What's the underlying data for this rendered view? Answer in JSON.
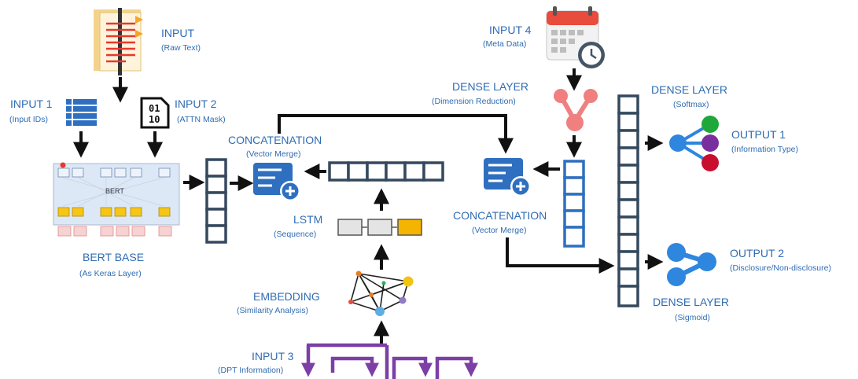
{
  "diagram": {
    "input": {
      "title": "INPUT",
      "subtitle": "(Raw Text)"
    },
    "input1": {
      "title": "INPUT 1",
      "subtitle": "(Input IDs)"
    },
    "input2": {
      "title": "INPUT 2",
      "subtitle": "(ATTN Mask)",
      "glyph_top": "01",
      "glyph_bottom": "10"
    },
    "bert": {
      "title": "BERT BASE",
      "subtitle": "(As Keras Layer)",
      "inner_label": "BERT"
    },
    "concat1": {
      "title": "CONCATENATION",
      "subtitle": "(Vector Merge)"
    },
    "lstm": {
      "title": "LSTM",
      "subtitle": "(Sequence)"
    },
    "embedding": {
      "title": "EMBEDDING",
      "subtitle": "(Similarity Analysis)"
    },
    "input3": {
      "title": "INPUT 3",
      "subtitle": "(DPT Information)"
    },
    "input4": {
      "title": "INPUT 4",
      "subtitle": "(Meta Data)"
    },
    "dense_reduction": {
      "title": "DENSE LAYER",
      "subtitle": "(Dimension Reduction)"
    },
    "concat2": {
      "title": "CONCATENATION",
      "subtitle": "(Vector Merge)"
    },
    "dense_softmax": {
      "title": "DENSE LAYER",
      "subtitle": "(Softmax)"
    },
    "dense_sigmoid": {
      "title": "DENSE LAYER",
      "subtitle": "(Sigmoid)"
    },
    "output1": {
      "title": "OUTPUT 1",
      "subtitle": "(Information Type)"
    },
    "output2": {
      "title": "OUTPUT 2",
      "subtitle": "(Disclosure/Non-disclosure)"
    },
    "colors": {
      "label_blue": "#2f6cb3",
      "dark_navy": "#34495e",
      "bright_blue": "#2e6fc0",
      "salmon": "#f08080",
      "lstm_orange": "#f5b400",
      "purple": "#7b3fa6",
      "out_green": "#1fa83a",
      "out_purple": "#7a2f9f",
      "out_red": "#c8102e",
      "out_blue": "#2e86de"
    }
  }
}
